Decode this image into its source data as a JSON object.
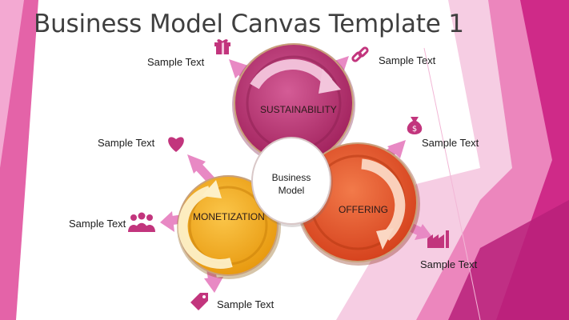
{
  "title": "Business Model Canvas Template 1",
  "colors": {
    "sustainability": "#b0306e",
    "offering": "#e0542a",
    "monetization": "#f0a818",
    "arrow": "#e889c4",
    "icon": "#c2357d",
    "accent_right": "#d62f8f",
    "accent_left": "#e463a8"
  },
  "center": {
    "line1": "Business",
    "line2": "Model"
  },
  "circles": {
    "sustainability": "SUSTAINABILITY",
    "offering": "OFFERING",
    "monetization": "MONETIZATION"
  },
  "labels": {
    "top_left": "Sample Text",
    "top_right": "Sample Text",
    "mid_left": "Sample Text",
    "mid_right": "Sample Text",
    "lower_left": "Sample Text",
    "lower_right": "Sample Text",
    "bottom": "Sample Text"
  },
  "icons": {
    "top_left": "gift-icon",
    "top_right": "link-icon",
    "mid_left": "heart-icon",
    "mid_right": "money-bag-icon",
    "lower_left": "people-icon",
    "lower_right": "factory-icon",
    "bottom": "tag-icon"
  }
}
